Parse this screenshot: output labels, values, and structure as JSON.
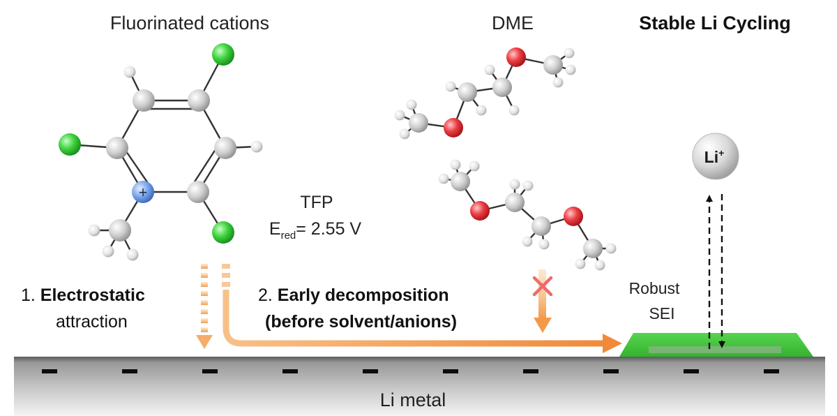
{
  "titles": {
    "cations": "Fluorinated cations",
    "solvent": "DME",
    "result": "Stable Li Cycling"
  },
  "tfp": {
    "name": "TFP",
    "ered_symbol": "E",
    "ered_subscript": "red",
    "ered_value": "= 2.55 V"
  },
  "steps": {
    "step1_number": "1. ",
    "step1_bold": "Electrostatic",
    "step1_rest": "attraction",
    "step2_number": "2. ",
    "step2_bold_line1": "Early decomposition",
    "step2_bold_line2": "(before solvent/anions)"
  },
  "sei": {
    "line1": "Robust",
    "line2": "SEI"
  },
  "ion": {
    "label": "Li",
    "charge": "+"
  },
  "cation_charge": "+",
  "electrode": {
    "label": "Li metal",
    "charge_sign": "−"
  },
  "colors": {
    "carbon": "#c8c8c8",
    "fluorine_chlorine_green": "#2fc23a",
    "nitrogen_blue": "#6c9ae8",
    "oxygen_red": "#e8323a",
    "hydrogen": "#e6e6e6",
    "arrow_orange": "#f39a4a",
    "sei_green": "#4fcf4a",
    "electrode_gray": "#9a9a9a",
    "blocked_x": "#f07070"
  }
}
